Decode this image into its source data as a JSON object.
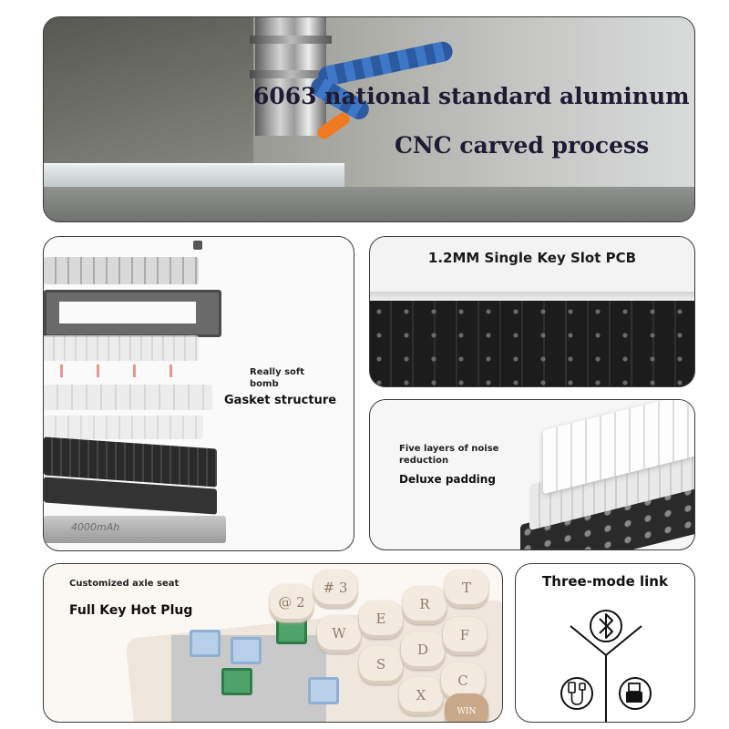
{
  "cnc": {
    "line1": "6063 national standard aluminum",
    "line2": "CNC carved process"
  },
  "gasket": {
    "note": "Really soft bomb",
    "title": "Gasket structure",
    "battery": "4000mAh"
  },
  "pcb": {
    "title": "1.2MM Single Key Slot PCB"
  },
  "padding": {
    "note": "Five layers of noise reduction",
    "title": "Deluxe padding"
  },
  "hotplug": {
    "note": "Customized axle seat",
    "title": "Full Key Hot Plug",
    "keys": [
      "@ 2",
      "# 3",
      "W",
      "E",
      "R",
      "T",
      "S",
      "D",
      "F",
      "X",
      "C",
      "WIN"
    ]
  },
  "modes": {
    "title": "Three-mode link",
    "icons": [
      "bluetooth-icon",
      "usb-cable-icon",
      "wireless-dongle-icon"
    ]
  }
}
